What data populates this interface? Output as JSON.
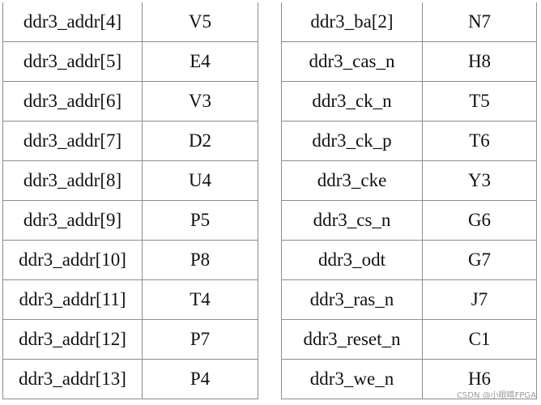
{
  "left_table": {
    "rows": [
      {
        "signal": "ddr3_addr[4]",
        "pin": "V5"
      },
      {
        "signal": "ddr3_addr[5]",
        "pin": "E4"
      },
      {
        "signal": "ddr3_addr[6]",
        "pin": "V3"
      },
      {
        "signal": "ddr3_addr[7]",
        "pin": "D2"
      },
      {
        "signal": "ddr3_addr[8]",
        "pin": "U4"
      },
      {
        "signal": "ddr3_addr[9]",
        "pin": "P5"
      },
      {
        "signal": "ddr3_addr[10]",
        "pin": "P8"
      },
      {
        "signal": "ddr3_addr[11]",
        "pin": "T4"
      },
      {
        "signal": "ddr3_addr[12]",
        "pin": "P7"
      },
      {
        "signal": "ddr3_addr[13]",
        "pin": "P4"
      }
    ]
  },
  "right_table": {
    "rows": [
      {
        "signal": "ddr3_ba[2]",
        "pin": "N7"
      },
      {
        "signal": "ddr3_cas_n",
        "pin": "H8"
      },
      {
        "signal": "ddr3_ck_n",
        "pin": "T5"
      },
      {
        "signal": "ddr3_ck_p",
        "pin": "T6"
      },
      {
        "signal": "ddr3_cke",
        "pin": "Y3"
      },
      {
        "signal": "ddr3_cs_n",
        "pin": "G6"
      },
      {
        "signal": "ddr3_odt",
        "pin": "G7"
      },
      {
        "signal": "ddr3_ras_n",
        "pin": "J7"
      },
      {
        "signal": "ddr3_reset_n",
        "pin": "C1"
      },
      {
        "signal": "ddr3_we_n",
        "pin": "H6"
      }
    ]
  },
  "watermark": "CSDN @小眼睛FPGA"
}
